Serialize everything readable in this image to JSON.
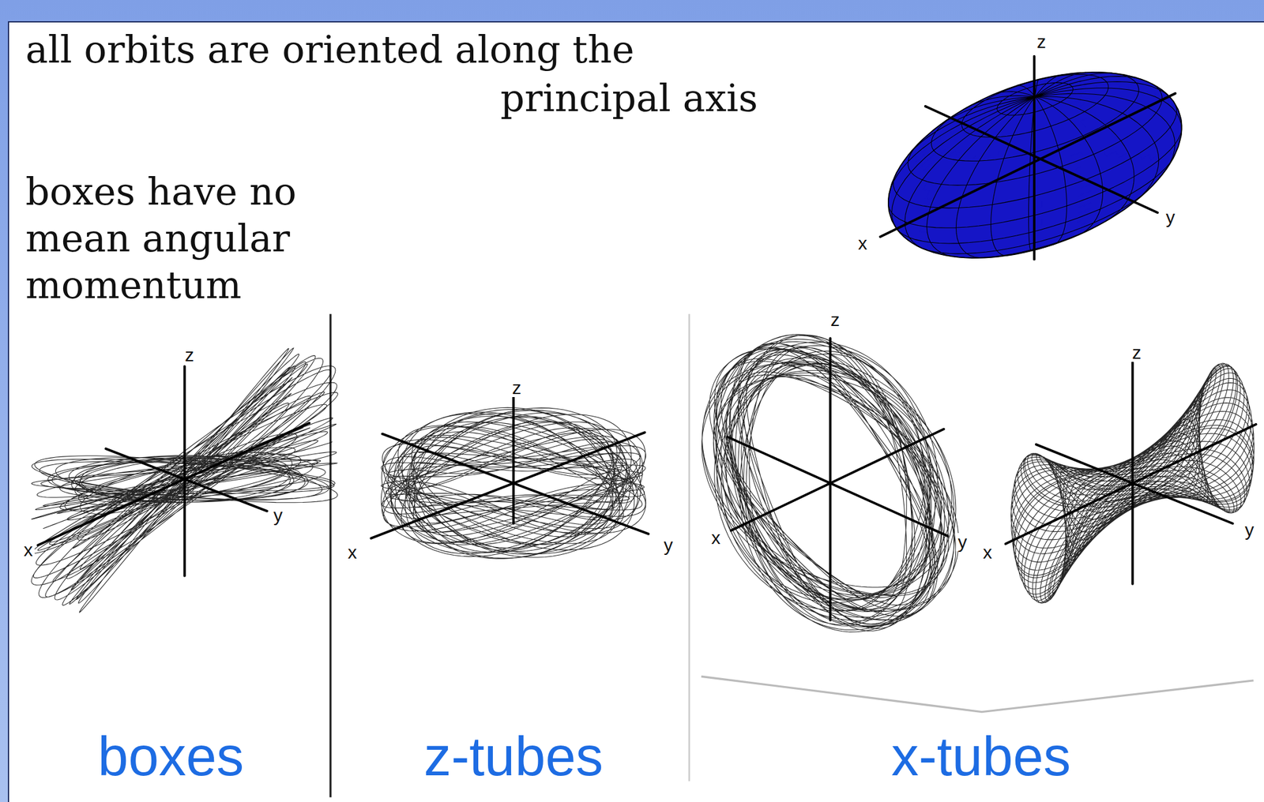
{
  "diagram": {
    "title": "all orbits are oriented along the principal axis",
    "labels": [
      "z",
      "x",
      "y",
      "boxes have no mean angular momentum",
      "z",
      "x",
      "y",
      "z",
      "x",
      "y",
      "z",
      "x",
      "y",
      "z",
      "x",
      "y",
      "boxes",
      "z-tubes",
      "x-tubes"
    ]
  }
}
